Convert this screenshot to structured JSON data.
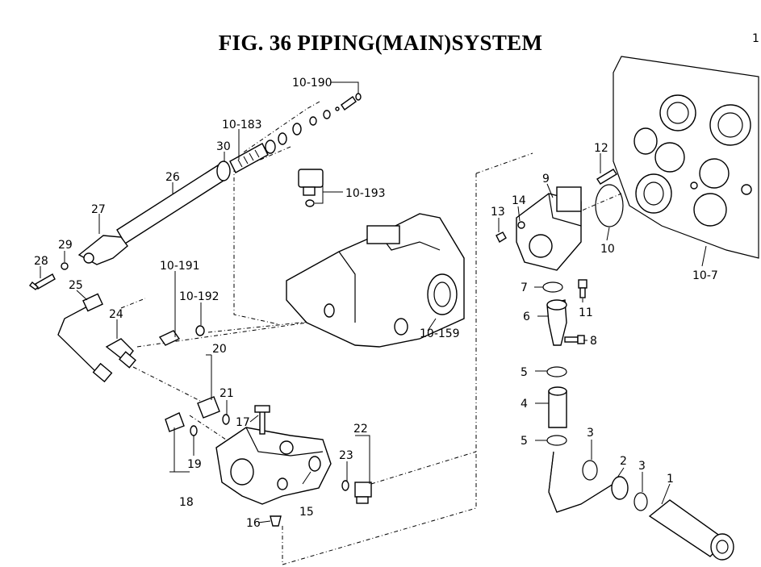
{
  "title": "FIG. 36  PIPING(MAIN)SYSTEM",
  "corner_mark": "1",
  "labels": {
    "p10_190": "10-190",
    "p10_183": "10-183",
    "p30": "30",
    "p26": "26",
    "p10_193": "10-193",
    "p27": "27",
    "p29": "29",
    "p28": "28",
    "p10_191": "10-191",
    "p10_192": "10-192",
    "p25": "25",
    "p24": "24",
    "p10_159": "10-159",
    "p20": "20",
    "p21": "21",
    "p17": "17",
    "p22": "22",
    "p23": "23",
    "p19": "19",
    "p18": "18",
    "p15": "15",
    "p16": "16",
    "p9": "9",
    "p12": "12",
    "p13": "13",
    "p14": "14",
    "p10": "10",
    "p10_7": "10-7",
    "p7": "7",
    "p11": "11",
    "p6": "6",
    "p8": "8",
    "p5a": "5",
    "p4": "4",
    "p5b": "5",
    "p3a": "3",
    "p2": "2",
    "p3b": "3",
    "p1": "1"
  }
}
